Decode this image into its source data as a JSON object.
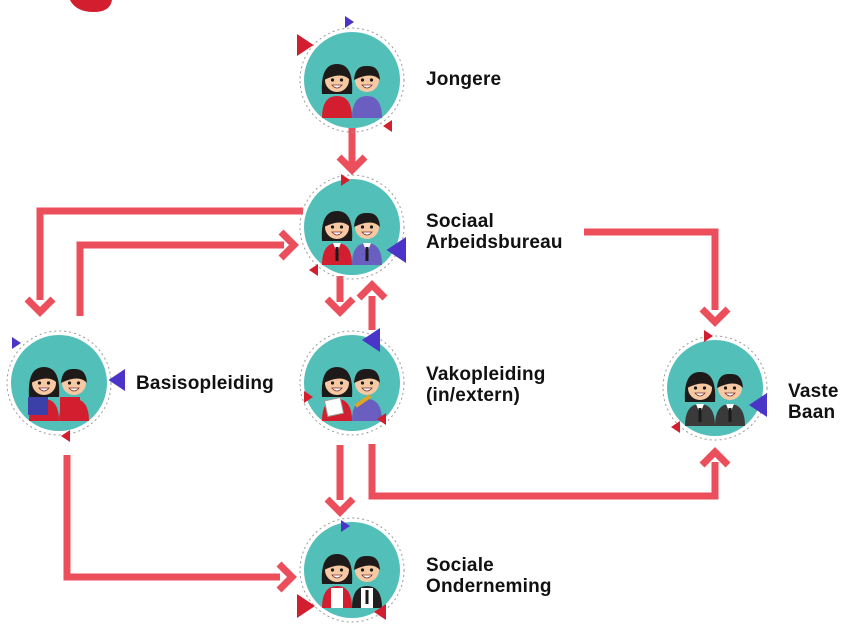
{
  "colors": {
    "arrow": "#ec4f5c",
    "circle_fill": "#52bfb8",
    "circle_ring": "#9a9a9a",
    "accent_blue": "#4a35c8",
    "accent_red": "#d21e2e",
    "skin": "#f7c9a3",
    "hair": "#1f1a1a"
  },
  "nodes": [
    {
      "id": "jongere",
      "lines": [
        "Jongere"
      ],
      "figures": "casual"
    },
    {
      "id": "sociaal-arbeidsbureau",
      "lines": [
        "Sociaal",
        "Arbeidsbureau"
      ],
      "figures": "office"
    },
    {
      "id": "basisopleiding",
      "lines": [
        "Basisopleiding"
      ],
      "figures": "books"
    },
    {
      "id": "vakopleiding",
      "lines": [
        "Vakopleiding",
        "(in/extern)"
      ],
      "figures": "tools"
    },
    {
      "id": "vaste-baan",
      "lines": [
        "Vaste",
        "Baan"
      ],
      "figures": "suits"
    },
    {
      "id": "sociale-onderneming",
      "lines": [
        "Sociale",
        "Onderneming"
      ],
      "figures": "shirts"
    }
  ],
  "edges": [
    {
      "from": "jongere",
      "to": "sociaal-arbeidsbureau"
    },
    {
      "from": "sociaal-arbeidsbureau",
      "to": "basisopleiding"
    },
    {
      "from": "basisopleiding",
      "to": "sociaal-arbeidsbureau"
    },
    {
      "from": "sociaal-arbeidsbureau",
      "to": "vakopleiding"
    },
    {
      "from": "vakopleiding",
      "to": "sociaal-arbeidsbureau"
    },
    {
      "from": "sociaal-arbeidsbureau",
      "to": "vaste-baan"
    },
    {
      "from": "basisopleiding",
      "to": "sociale-onderneming"
    },
    {
      "from": "vakopleiding",
      "to": "sociale-onderneming"
    },
    {
      "from": "vakopleiding",
      "to": "vaste-baan"
    }
  ]
}
